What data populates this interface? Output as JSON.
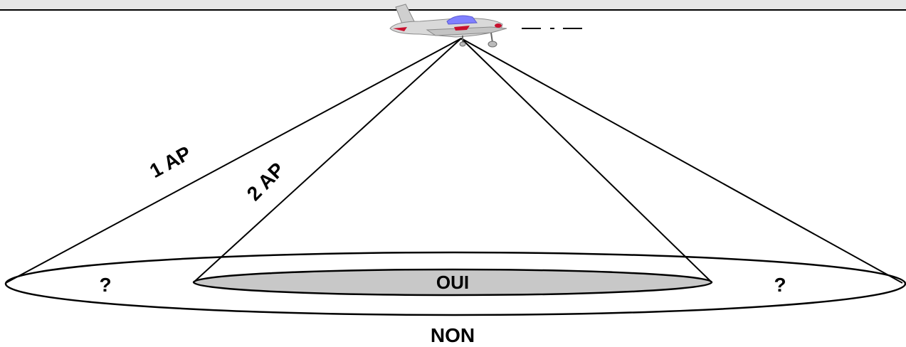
{
  "labels": {
    "one_ap": "1 AP",
    "two_ap": "2 AP",
    "yes_zone": "OUI",
    "uncertain_left": "?",
    "uncertain_right": "?",
    "no_zone": "NON"
  },
  "colors": {
    "lines": "#000000",
    "inner_zone_fill": "#c8c8c8",
    "aircraft_body": "#d9d9d9",
    "aircraft_canopy": "#8080ff",
    "aircraft_trim": "#c8102e"
  },
  "icons": {
    "aircraft": "light-aircraft-icon",
    "trajectory": "dash-dot-trajectory-line"
  }
}
